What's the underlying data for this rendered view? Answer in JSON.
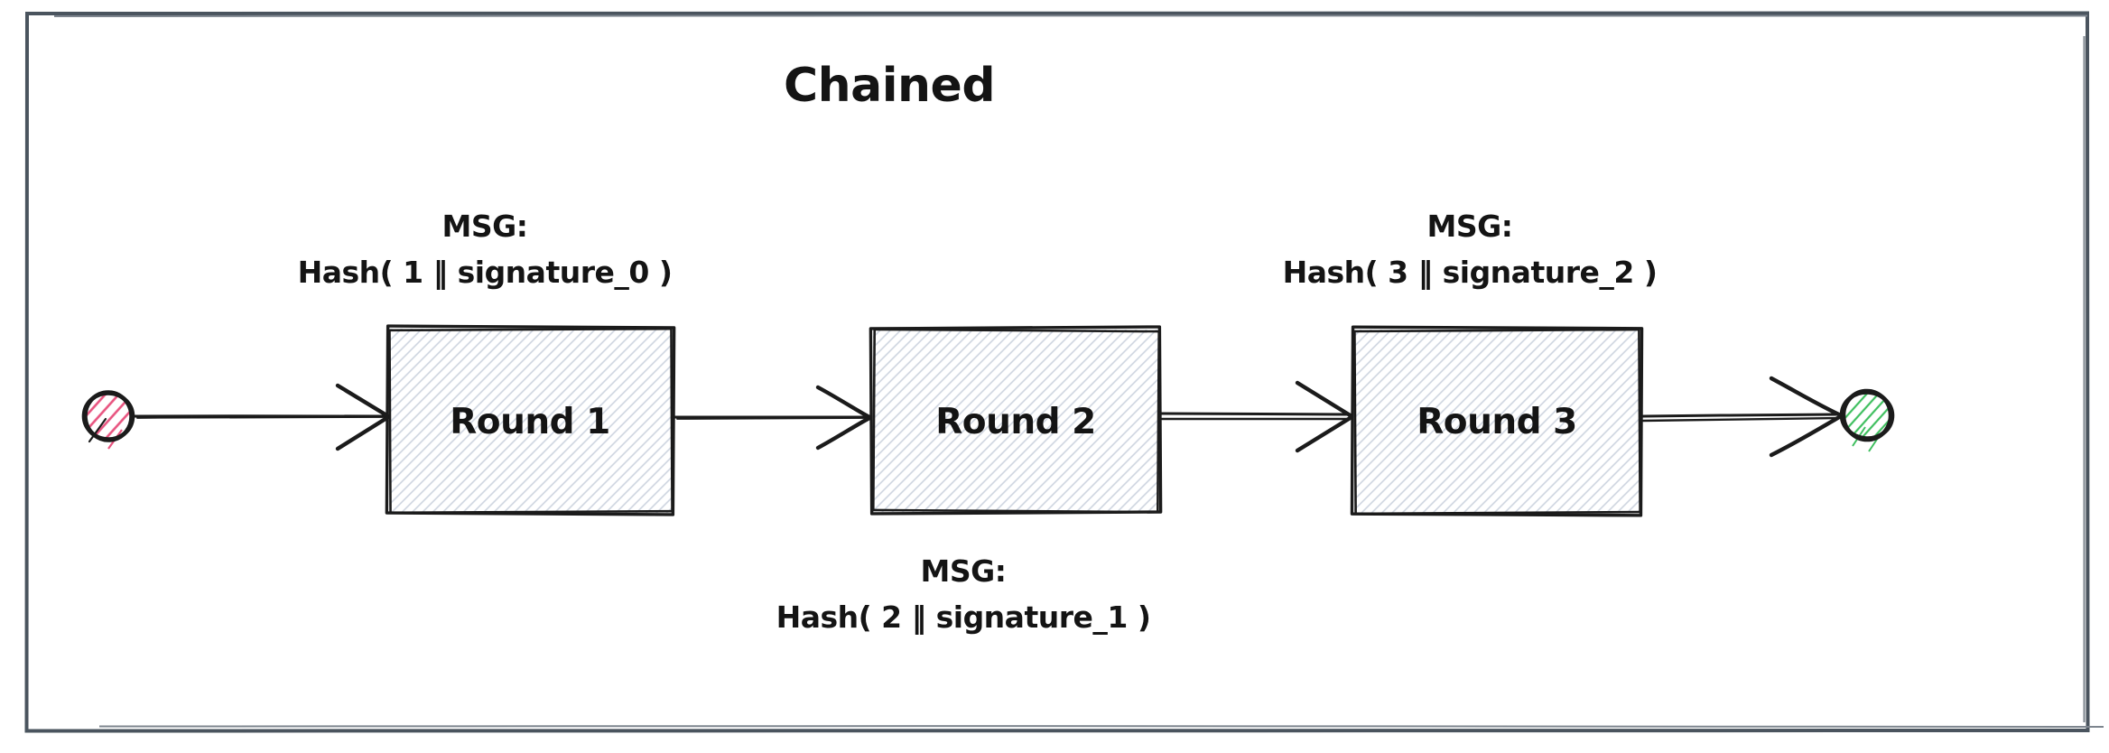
{
  "diagram": {
    "title": "Chained",
    "nodes": [
      {
        "id": "start-node",
        "type": "ellipse",
        "label": "",
        "fill_style": "hachure",
        "color": "#e8537f"
      },
      {
        "id": "round-1",
        "type": "rectangle",
        "label": "Round 1",
        "fill_style": "hachure",
        "color": "#cdd4df"
      },
      {
        "id": "round-2",
        "type": "rectangle",
        "label": "Round 2",
        "fill_style": "hachure",
        "color": "#cdd4df"
      },
      {
        "id": "round-3",
        "type": "rectangle",
        "label": "Round 3",
        "fill_style": "hachure",
        "color": "#cdd4df"
      },
      {
        "id": "end-node",
        "type": "ellipse",
        "label": "",
        "fill_style": "hachure",
        "color": "#3fbf5f"
      }
    ],
    "edges": [
      {
        "id": "arrow-1",
        "from": "start-node",
        "to": "round-1",
        "style": "single"
      },
      {
        "id": "arrow-2",
        "from": "round-1",
        "to": "round-2",
        "style": "single"
      },
      {
        "id": "arrow-3",
        "from": "round-2",
        "to": "round-3",
        "style": "double"
      },
      {
        "id": "arrow-4",
        "from": "round-3",
        "to": "end-node",
        "style": "double"
      }
    ],
    "msg_labels": [
      {
        "heading": "MSG:",
        "text": "Hash( 1 ‖ signature_0 )",
        "position": "above arrow-1"
      },
      {
        "heading": "MSG:",
        "text": "Hash( 2 ‖ signature_1 )",
        "position": "below arrow-2"
      },
      {
        "heading": "MSG:",
        "text": "Hash( 3 ‖ signature_2 )",
        "position": "above arrow-3"
      }
    ],
    "colors": {
      "ink": "#1b1b1b",
      "frame": "#4a545e",
      "hatch_gray": "#cdd4df",
      "hatch_pink": "#e8537f",
      "hatch_green": "#3fbf5f",
      "background": "#ffffff"
    }
  }
}
